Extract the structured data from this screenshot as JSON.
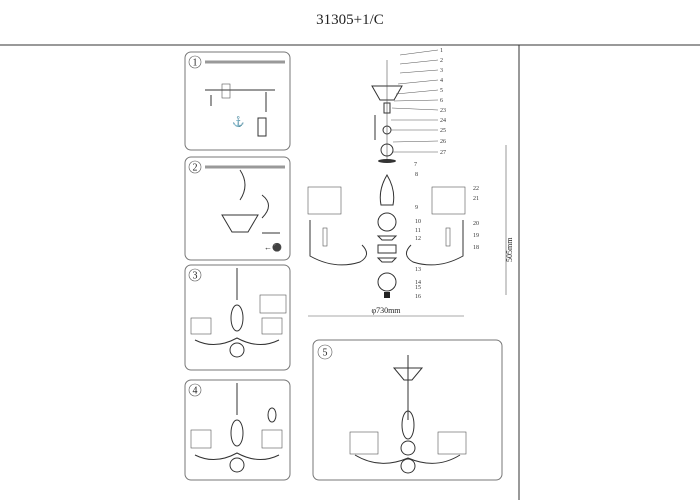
{
  "title": "31305+1/C",
  "steps": [
    "1",
    "2",
    "3",
    "4",
    "5"
  ],
  "dimensions": {
    "height": "505mm",
    "diameter": "φ730mm"
  },
  "part_labels": {
    "top": [
      "1",
      "2",
      "3",
      "4",
      "5",
      "6",
      "23",
      "24",
      "25",
      "26",
      "27"
    ],
    "ceiling_cup": "7",
    "body": [
      "8",
      "9",
      "10",
      "11",
      "12",
      "13",
      "14",
      "15",
      "16"
    ],
    "shade_right": [
      "22",
      "21"
    ],
    "arm_right": [
      "20",
      "19",
      "18"
    ]
  }
}
